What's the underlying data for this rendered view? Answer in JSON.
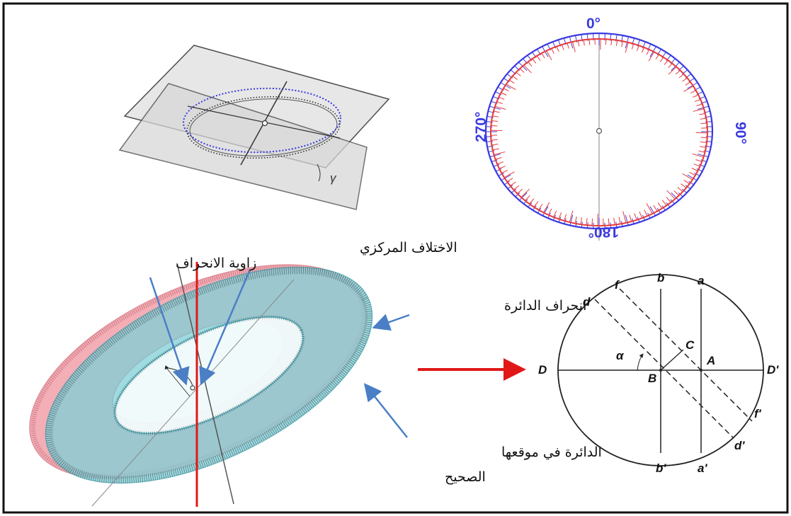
{
  "compass_labels": {
    "top": "0°",
    "right": "90°",
    "bottom": "180°",
    "left": "270°"
  },
  "plane_angle_label": "γ",
  "annotations": {
    "tilt_angle": "زاوية الانحراف",
    "eccentricity": "الاختلاف المركزي",
    "circle_tilt": "انحراف الدائرة",
    "correct_position_line1": "الدائرة في موقعها",
    "correct_position_line2": "الصحيح"
  },
  "geometry_labels": {
    "b_top": "b",
    "a_top": "a",
    "f_top": "f",
    "d_top": "d",
    "D_left": "D",
    "D_right": "D'",
    "alpha": "α",
    "C": "C",
    "A": "A",
    "B": "B",
    "f_bottom": "f'",
    "d_bottom": "d'",
    "b_bottom": "b'",
    "a_bottom": "a'"
  },
  "colors": {
    "blue_circle": "#3a3ae0",
    "red_circle": "#e83a3a",
    "cyan_ring": "#7fd0d8",
    "pink_ring": "#f2a0aa",
    "red_arrow": "#e01818",
    "annotation_arrow": "#4a7fc6"
  }
}
